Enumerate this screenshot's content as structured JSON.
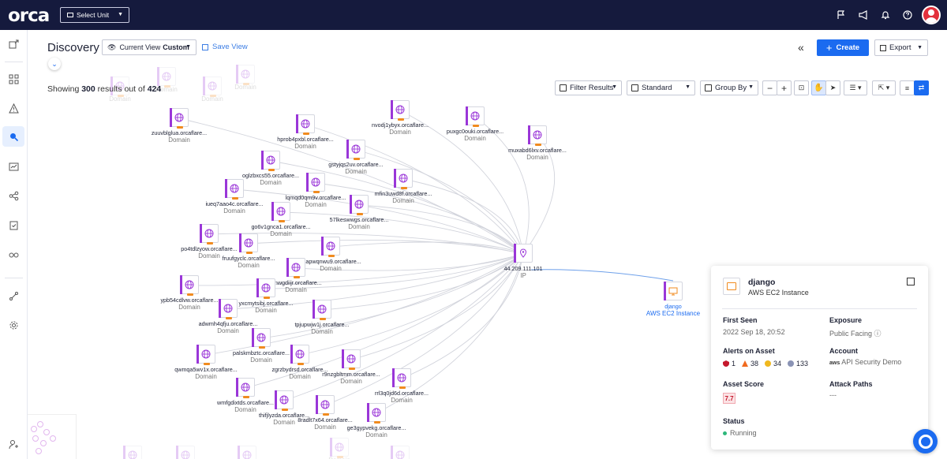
{
  "app": {
    "logo": "orca"
  },
  "topbar": {
    "unit_select": "Select Unit"
  },
  "header": {
    "title": "Discovery",
    "view_label": "Current View",
    "view_value": "Custom",
    "save_view": "Save View",
    "create": "Create",
    "export": "Export"
  },
  "results": {
    "prefix": "Showing",
    "shown": "300",
    "middle": "results out of",
    "total": "424"
  },
  "toolbar": {
    "filter": "Filter Results",
    "layout": "Standard",
    "group": "Group By"
  },
  "graph": {
    "nodes": [
      {
        "name": "zuuvblglua.orcaflare...",
        "type": "Domain"
      },
      {
        "name": "hprob4pxbl.orcaflare...",
        "type": "Domain"
      },
      {
        "name": "nvodj1ybyx.orcaflare...",
        "type": "Domain"
      },
      {
        "name": "puxgc0ouki.orcaflare...",
        "type": "Domain"
      },
      {
        "name": "muxabd6lxv.orcaflare...",
        "type": "Domain"
      },
      {
        "name": "gstyjqs2uv.orcaflare...",
        "type": "Domain"
      },
      {
        "name": "oglzbxcs55.orcaflare...",
        "type": "Domain"
      },
      {
        "name": "mfin3uwd8f.orcaflare...",
        "type": "Domain"
      },
      {
        "name": "lqmqd0qm9v.orcaflare...",
        "type": "Domain"
      },
      {
        "name": "iueq7aao4c.orcaflare...",
        "type": "Domain"
      },
      {
        "name": "57lkeswwgs.orcaflare...",
        "type": "Domain"
      },
      {
        "name": "go6v1gnca1.orcaflare...",
        "type": "Domain"
      },
      {
        "name": "po4tdlzyow.orcaflare...",
        "type": "Domain"
      },
      {
        "name": "fruufgyclc.orcaflare...",
        "type": "Domain"
      },
      {
        "name": "zzapwqnwu9.orcaflare...",
        "type": "Domain"
      },
      {
        "name": "ypb54cdlvw.orcaflare...",
        "type": "Domain"
      },
      {
        "name": "vfnwgdiijr.orcaflare...",
        "type": "Domain"
      },
      {
        "name": "yxcmytsibj.orcaflare...",
        "type": "Domain"
      },
      {
        "name": "adwmh4qfju.orcaflare...",
        "type": "Domain"
      },
      {
        "name": "tpjupwjw1j.orcaflare...",
        "type": "Domain"
      },
      {
        "name": "palskmbztc.orcaflare...",
        "type": "Domain"
      },
      {
        "name": "qwmqa5wv1x.orcaflare...",
        "type": "Domain"
      },
      {
        "name": "zgrzbydrsd.orcaflare...",
        "type": "Domain"
      },
      {
        "name": "r9nzgbltmm.orcaflare...",
        "type": "Domain"
      },
      {
        "name": "rrl3q0jd6d.orcaflare...",
        "type": "Domain"
      },
      {
        "name": "wmfgdixtds.orcaflare...",
        "type": "Domain"
      },
      {
        "name": "thifjlyzda.orcaflare...",
        "type": "Domain"
      },
      {
        "name": "8radlt7x64.orcaflare...",
        "type": "Domain"
      },
      {
        "name": "ge3gypvekg.orcaflare...",
        "type": "Domain"
      }
    ],
    "ip_node": {
      "name": "44.209.111.101",
      "type": "IP"
    },
    "ec2_node": {
      "name": "django",
      "type": "AWS EC2 Instance"
    },
    "ghost_type": "Domain"
  },
  "card": {
    "title": "django",
    "subtitle": "AWS EC2 Instance",
    "first_seen_label": "First Seen",
    "first_seen": "2022 Sep 18, 20:52",
    "exposure_label": "Exposure",
    "exposure": "Public Facing",
    "alerts_label": "Alerts on Asset",
    "alerts": {
      "critical": "1",
      "high": "38",
      "medium": "34",
      "low": "133"
    },
    "account_label": "Account",
    "account": "API Security Demo",
    "score_label": "Asset Score",
    "score": "7.7",
    "attack_paths_label": "Attack Paths",
    "attack_paths": "---",
    "status_label": "Status",
    "status": "Running"
  },
  "colors": {
    "topbar": "#151a3d",
    "accent": "#1b6bf0",
    "domain": "#9a36d8",
    "ec2": "#f08b1f"
  }
}
